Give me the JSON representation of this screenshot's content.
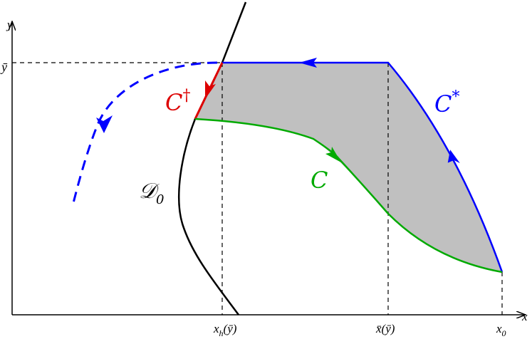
{
  "diagram": {
    "type": "phase-plane",
    "axes": {
      "x_label": "x",
      "y_label": "y",
      "y_tick_label": "ȳ",
      "x_ticks": [
        {
          "id": "xh",
          "label": "x",
          "sub": "h",
          "arg": "(ȳ)"
        },
        {
          "id": "xbar",
          "label": "x̄",
          "arg": "(ȳ)"
        },
        {
          "id": "x0",
          "label": "x",
          "sub": "0"
        }
      ]
    },
    "curves": {
      "C_star": {
        "label": "C",
        "sup": "*",
        "color": "#0000ff"
      },
      "C_dagger": {
        "label": "C",
        "sup": "†",
        "color": "#dd0000"
      },
      "C": {
        "label": "C",
        "color": "#00aa00"
      },
      "D0": {
        "label": "𝒟",
        "sub": "0",
        "color": "#000000"
      },
      "dashed_trajectory": {
        "color": "#0000ff",
        "style": "dashed"
      }
    },
    "region_fill": "#c0c0c0"
  }
}
